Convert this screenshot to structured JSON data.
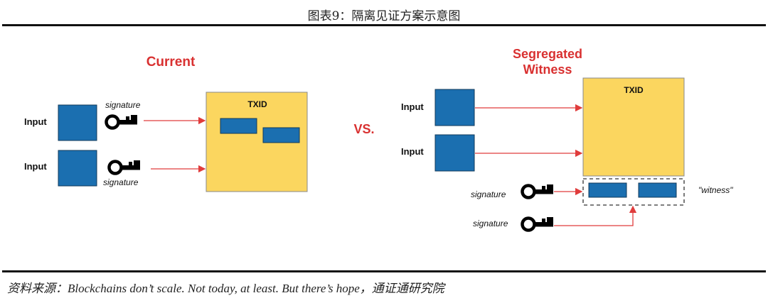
{
  "figure": {
    "title": "图表9：隔离见证方案示意图",
    "source": "资料来源：Blockchains don’t scale. Not today, at least. But there’s hope，通证通研究院"
  },
  "colors": {
    "input_blue": "#1b6fb0",
    "txid_yellow": "#fbd65f",
    "arrow_red": "#e03c3c",
    "heading_red": "#d93131"
  },
  "current": {
    "heading": "Current",
    "inputs": [
      "Input",
      "Input"
    ],
    "signature_labels": [
      "signature",
      "signature"
    ],
    "box_label": "TXID",
    "key_icon": "key-icon"
  },
  "vs_label": "VS.",
  "segwit": {
    "heading_lines": [
      "Segregated",
      "Witness"
    ],
    "inputs": [
      "Input",
      "Input"
    ],
    "box_label": "TXID",
    "signature_labels": [
      "signature",
      "signature"
    ],
    "witness_label": "\"witness\"",
    "key_icon": "key-icon"
  }
}
